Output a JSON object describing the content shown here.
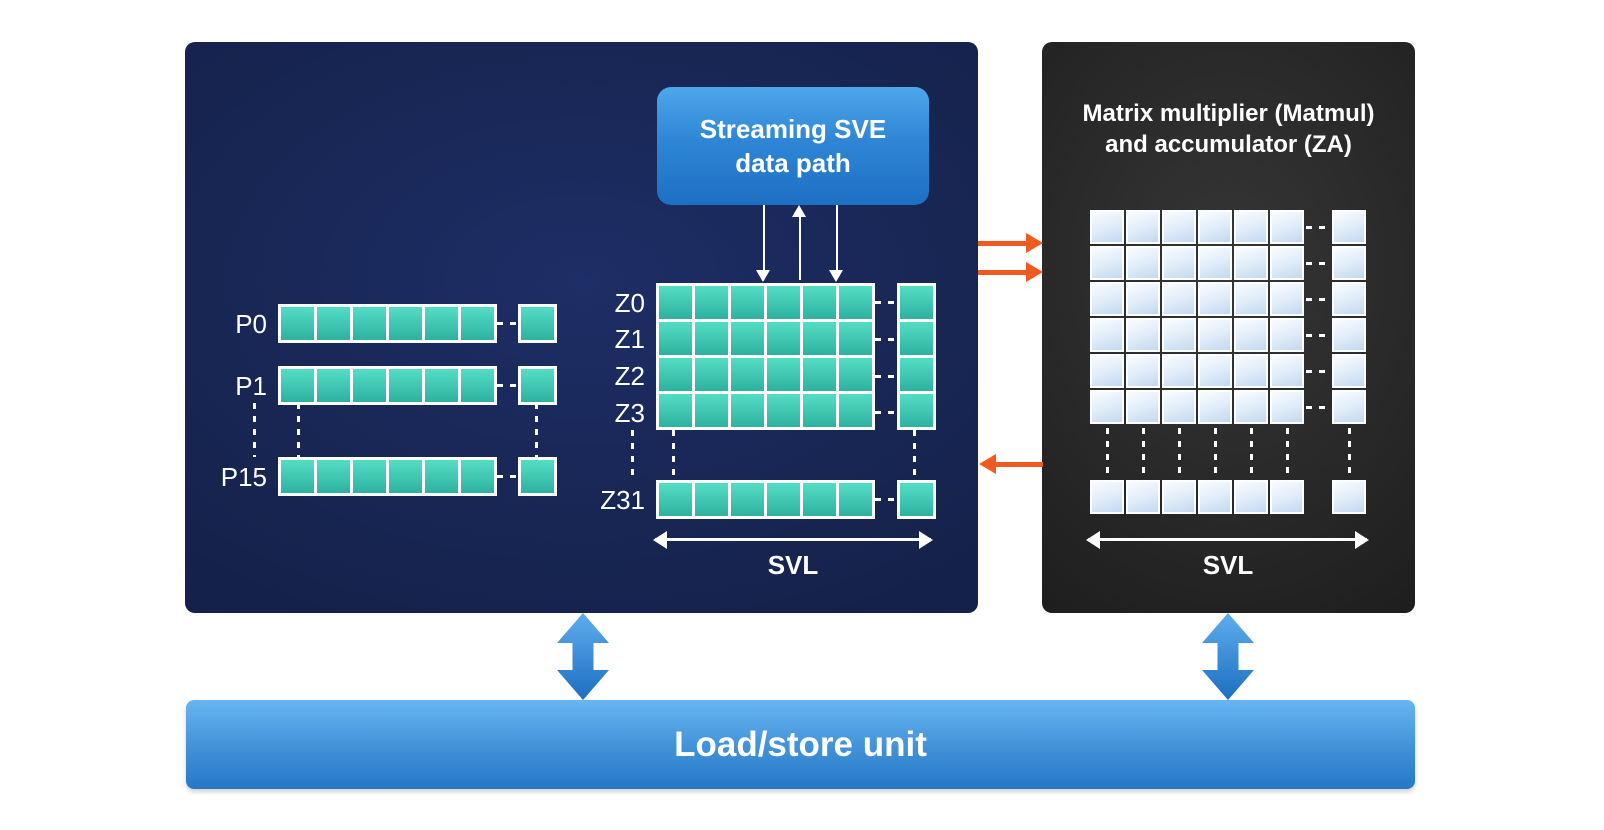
{
  "left_panel": {
    "streaming_box": {
      "line1": "Streaming SVE",
      "line2": "data path"
    },
    "p_registers": {
      "labels": [
        "P0",
        "P1",
        "P15"
      ],
      "cells_main": 6,
      "cells_extra": 1
    },
    "z_registers": {
      "labels": [
        "Z0",
        "Z1",
        "Z2",
        "Z3"
      ],
      "last_label": "Z31",
      "cols": 6,
      "rows": 4,
      "total_cells": 24,
      "z31_cells": 6,
      "cells_extra": 1
    },
    "svl_label": "SVL"
  },
  "right_panel": {
    "title_line1": "Matrix multiplier (Matmul)",
    "title_line2": "and accumulator (ZA)",
    "grid": {
      "rows": 6,
      "cols": 6,
      "total_cells": 36,
      "extra_col_cells": 6,
      "bottom_row_cells": 6,
      "bottom_extra_cells": 1
    },
    "svl_label": "SVL"
  },
  "load_store": {
    "label": "Load/store unit"
  },
  "icons": {
    "data-flow-down-icon": "css-triangle-down-white",
    "data-flow-up-icon": "css-triangle-up-white",
    "flow-right-icon": "css-triangle-right-orange",
    "flow-left-icon": "css-triangle-left-orange",
    "svl-span-arrow-icon": "css-double-headed-horizontal-arrow-white",
    "bidirectional-arrow-icon": "svg-vertical-double-arrow-blue"
  },
  "colors": {
    "teal_cell_top": "#54ddc5",
    "teal_cell_bottom": "#2eb1a0",
    "blue_cell_top": "#fafcfe",
    "blue_cell_bottom": "#c2d8f0",
    "navy_panel": "#16244f",
    "black_panel": "#1d1d1d",
    "stream_box_top": "#4ea7ea",
    "stream_box_bottom": "#1d6fc4",
    "orange_arrow": "#f05a1e",
    "updown_arrow_top": "#5fadee",
    "updown_arrow_bottom": "#1c6fc0",
    "loadstore_top": "#68b5f0",
    "loadstore_bottom": "#2478c5"
  }
}
